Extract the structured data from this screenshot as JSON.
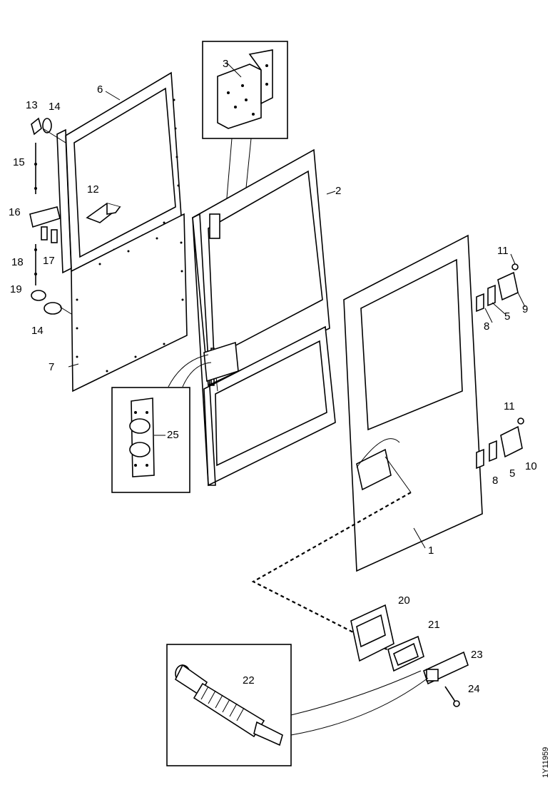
{
  "diagram": {
    "callouts": [
      {
        "id": "1",
        "text": "1"
      },
      {
        "id": "2",
        "text": "2"
      },
      {
        "id": "3",
        "text": "3"
      },
      {
        "id": "5a",
        "text": "5"
      },
      {
        "id": "5b",
        "text": "5"
      },
      {
        "id": "6",
        "text": "6"
      },
      {
        "id": "7",
        "text": "7"
      },
      {
        "id": "8a",
        "text": "8"
      },
      {
        "id": "8b",
        "text": "8"
      },
      {
        "id": "9",
        "text": "9"
      },
      {
        "id": "10",
        "text": "10"
      },
      {
        "id": "11a",
        "text": "11"
      },
      {
        "id": "11b",
        "text": "11"
      },
      {
        "id": "12",
        "text": "12"
      },
      {
        "id": "13",
        "text": "13"
      },
      {
        "id": "14a",
        "text": "14"
      },
      {
        "id": "14b",
        "text": "14"
      },
      {
        "id": "15",
        "text": "15"
      },
      {
        "id": "16",
        "text": "16"
      },
      {
        "id": "17",
        "text": "17"
      },
      {
        "id": "18",
        "text": "18"
      },
      {
        "id": "19",
        "text": "19"
      },
      {
        "id": "20",
        "text": "20"
      },
      {
        "id": "21",
        "text": "21"
      },
      {
        "id": "22",
        "text": "22"
      },
      {
        "id": "23",
        "text": "23"
      },
      {
        "id": "24",
        "text": "24"
      },
      {
        "id": "25",
        "text": "25"
      }
    ],
    "drawing_number": "1Y11959"
  }
}
